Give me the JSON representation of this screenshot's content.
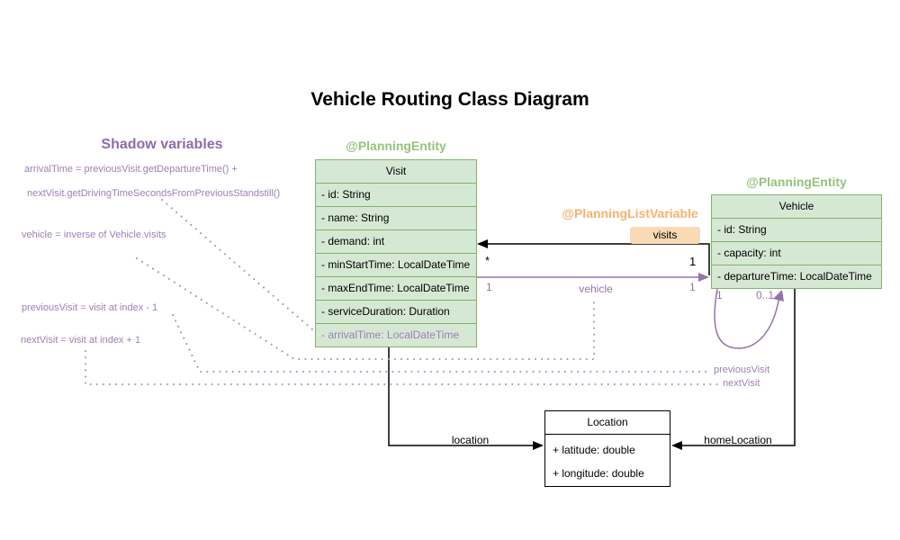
{
  "title": "Vehicle Routing Class Diagram",
  "shadow_panel": {
    "heading": "Shadow variables",
    "arrival_line1": "arrivalTime = previousVisit.getDepartureTime() +",
    "arrival_line2": "nextVisit.getDrivingTimeSecondsFromPreviousStandstill()",
    "vehicle_note": "vehicle = inverse of Vehicle.visits",
    "previous_note": "previousVisit = visit at index - 1",
    "next_note": "nextVisit = visit at index + 1"
  },
  "annotations": {
    "visit_entity": "@PlanningEntity",
    "vehicle_entity": "@PlanningEntity",
    "list_variable": "@PlanningListVariable"
  },
  "classes": {
    "visit": {
      "name": "Visit",
      "rows": [
        "- id: String",
        "- name: String",
        "- demand: int",
        "- minStartTime: LocalDateTime",
        "- maxEndTime: LocalDateTime",
        "- serviceDuration: Duration",
        "- arrivalTime: LocalDateTime"
      ]
    },
    "vehicle": {
      "name": "Vehicle",
      "rows": [
        "- id: String",
        "- capacity: int",
        "- departureTime: LocalDateTime"
      ]
    },
    "location": {
      "name": "Location",
      "rows": [
        "+ latitude: double",
        "+ longitude: double"
      ]
    }
  },
  "edges": {
    "visits": {
      "label": "visits",
      "visit_mult": "*",
      "vehicle_mult": "1"
    },
    "vehicle": {
      "label": "vehicle",
      "visit_mult": "1",
      "vehicle_mult": "1"
    },
    "self_loop": {
      "left_mult": "1",
      "right_mult": "0..1",
      "previous_label": "previousVisit",
      "next_label": "nextVisit"
    },
    "location": {
      "label": "location"
    },
    "home_location": {
      "label": "homeLocation"
    }
  },
  "colors": {
    "class_fill": "#d5e8d4",
    "class_stroke": "#82b366",
    "entity_annotation_text": "#93c47d",
    "list_variable_text": "#f7b26c",
    "visits_chip_fill": "#fad9b5",
    "shadow_purple": "#9673a6",
    "dotted_purple": "#a98fc0",
    "black": "#000000",
    "background": "#ffffff"
  }
}
